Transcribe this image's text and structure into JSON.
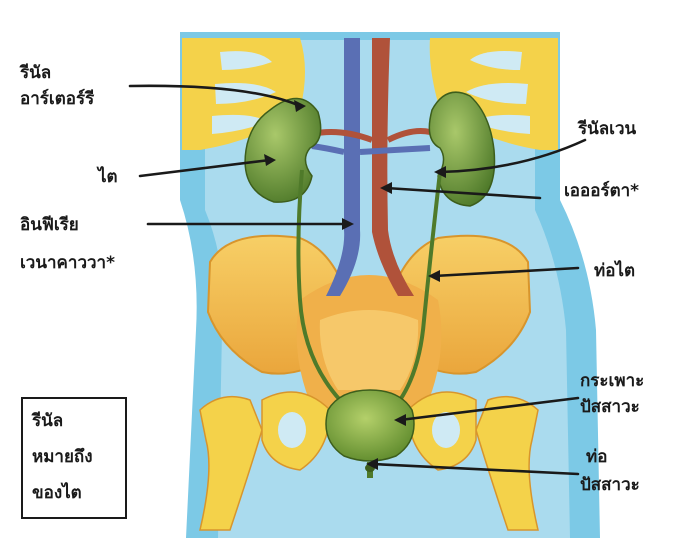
{
  "diagram": {
    "labels": {
      "renal_artery_line1": "รีนัล",
      "renal_artery_line2": "อาร์เตอร์รี",
      "kidney": "ไต",
      "inferior_vena_cava_line1": "อินฟีเรีย",
      "inferior_vena_cava_line2": "เวนาคาววา*",
      "renal_vein": "รีนัลเวน",
      "aorta": "เอออร์ตา*",
      "ureter": "ท่อไต",
      "bladder_line1": "กระเพาะ",
      "bladder_line2": "ปัสสาวะ",
      "urethra_line1": "ท่อ",
      "urethra_line2": "ปัสสาวะ"
    },
    "note_box": {
      "line1": "รีนัล",
      "line2": "หมายถึง",
      "line3": "ของไต"
    }
  },
  "colors": {
    "body_blue": "#6fc6e6",
    "bone_yellow": "#f4d24a",
    "pelvis_orange": "#f2b84b",
    "kidney_green": "#6f9a3a",
    "vein_blue": "#5a6fb4",
    "artery_red": "#b0523a"
  }
}
